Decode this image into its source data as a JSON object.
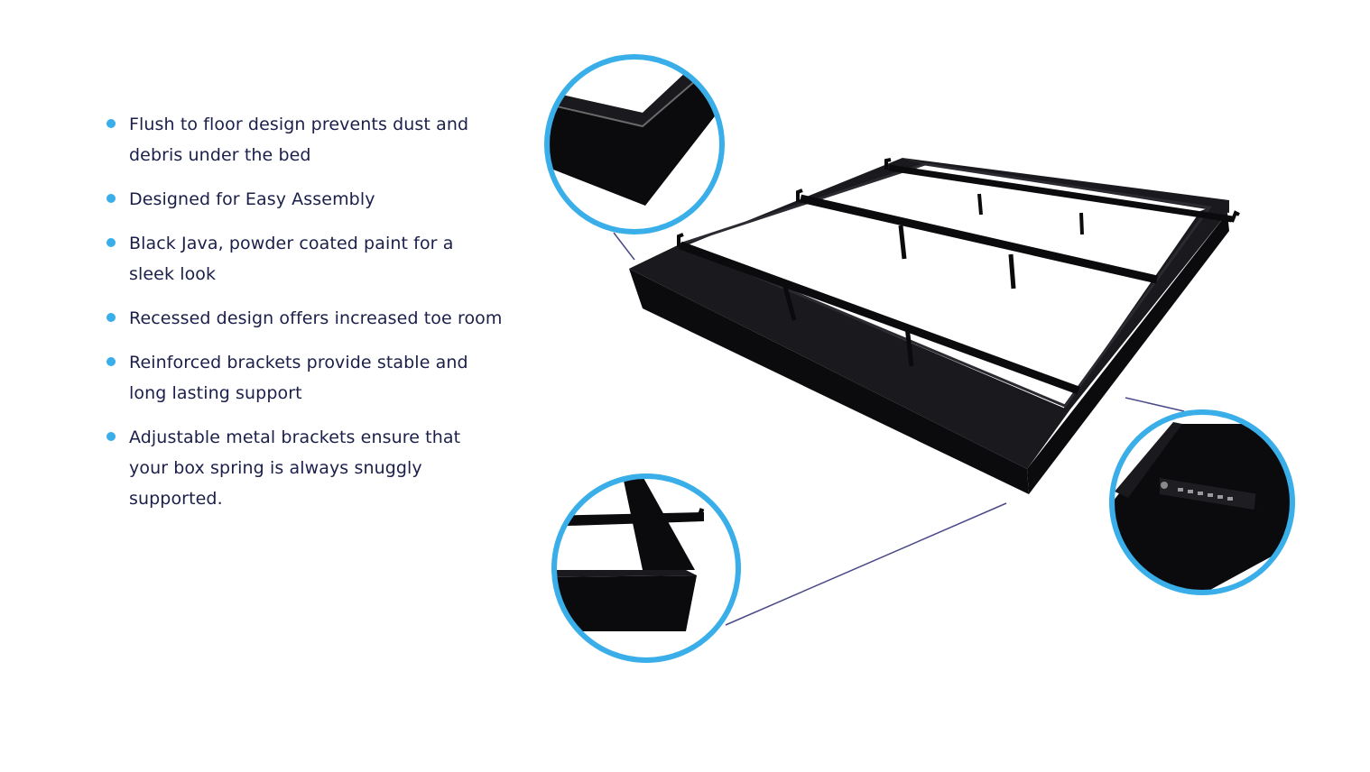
{
  "features": [
    "Flush to floor design prevents dust and debris under the bed",
    "Designed for Easy Assembly",
    "Black Java, powder coated paint for a sleek look",
    "Recessed design offers increased toe room",
    "Reinforced brackets provide stable and long lasting support",
    "Adjustable metal brackets ensure that your box spring is always snuggly supported."
  ],
  "colors": {
    "bullet": "#3aaee8",
    "text": "#1b1f4a",
    "circle_border": "#3aaee8",
    "frame": "#0b0b0d",
    "leader_line": "#4a4a88"
  },
  "icons": {
    "bullet": "dot-icon"
  }
}
